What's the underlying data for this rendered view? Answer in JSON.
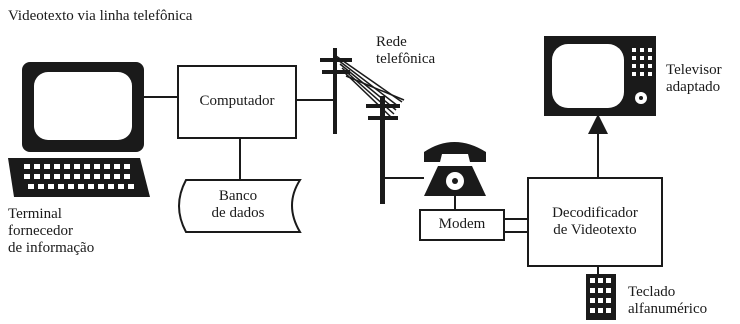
{
  "diagram": {
    "title": "Videotexto via linha telefônica",
    "terminal_label": [
      "Terminal",
      "fornecedor",
      "de informação"
    ],
    "computer_label": "Computador",
    "database_label": [
      "Banco",
      "de dados"
    ],
    "network_label": [
      "Rede",
      "telefônica"
    ],
    "modem_label": "Modem",
    "decoder_label": [
      "Decodificador",
      "de Videotexto"
    ],
    "tv_label": [
      "Televisor",
      "adaptado"
    ],
    "keypad_label": [
      "Teclado",
      "alfanumérico"
    ],
    "colors": {
      "ink": "#1a1a1a",
      "paper": "#ffffff"
    },
    "icons": [
      "terminal-icon",
      "telephone-icon",
      "telephone-pole-icon",
      "television-icon",
      "keypad-icon"
    ]
  }
}
